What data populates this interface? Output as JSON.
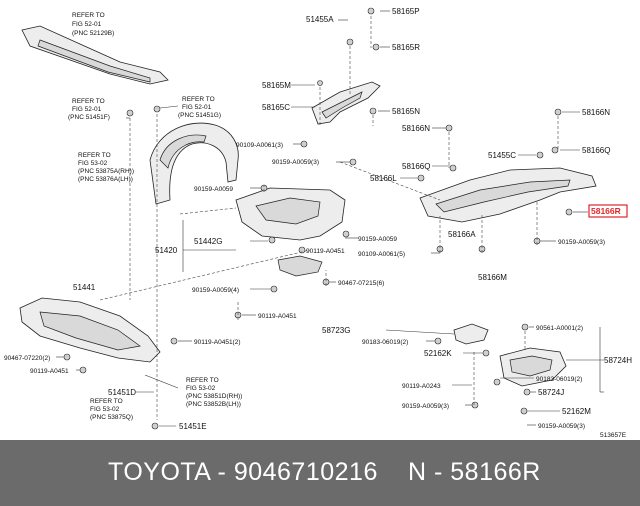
{
  "labels": {
    "refer_5201": [
      "REFER TO",
      "FIG 52-01",
      "(PNC 52129B)"
    ],
    "refer_51451f": [
      "REFER TO",
      "FIG 52-01",
      "(PNC 51451F)"
    ],
    "refer_51451g": [
      "REFER TO",
      "FIG 52-01",
      "(PNC 51451G)"
    ],
    "refer_5302_a": [
      "REFER TO",
      "FIG 53-02",
      "(PNC 53875A(RH))",
      "(PNC 53876A(LH))"
    ],
    "refer_5302_b": [
      "REFER TO",
      "FIG 53-02",
      "(PNC 53851D(RH))",
      "(PNC 53852B(LH))"
    ],
    "refer_5302_c": [
      "REFER TO",
      "FIG 53-02",
      "(PNC 53875Q)"
    ],
    "p51455a": "51455A",
    "p58165p": "58165P",
    "p58165r": "58165R",
    "p58165m": "58165M",
    "p58165c": "58165C",
    "p58165n": "58165N",
    "p58166n_top": "58166N",
    "p58166n": "58166N",
    "p58166q": "58166Q",
    "p51455c": "51455C",
    "p58166q_left": "58166Q",
    "p58166l": "58166L",
    "p58166r": "58166R",
    "p58166a": "58166A",
    "p58166m": "58166M",
    "p90109_a0061_3": "90109-A0061(3)",
    "p90159_a0059_3_top": "90159-A0059(3)",
    "p90159_a0059": "90159-A0059",
    "p51442g": "51442G",
    "p51420": "51420",
    "p90159_a0059_b": "90159-A0059",
    "p90119_a0451_a": "90119-A0451",
    "p90109_a0061_5": "90109-A0061(5)",
    "p90159_a0059_3_r": "90159-A0059(3)",
    "p90159_a0059_4": "90159-A0059(4)",
    "p90467_07215_6": "90467-07215(6)",
    "p90119_a0451_b": "90119-A0451",
    "p51441": "51441",
    "p90119_a0451_2": "90119-A0451(2)",
    "p90467_07220_2": "90467-07220(2)",
    "p90119_a0451_c": "90119-A0451",
    "p51451d": "51451D",
    "p51451e": "51451E",
    "p58723g": "58723G",
    "p90183_06019_2_a": "90183-06019(2)",
    "p52162k": "52162K",
    "p90119_a0243": "90119-A0243",
    "p90159_a0059_3_b": "90159-A0059(3)",
    "p90561_a0001_2": "90561-A0001(2)",
    "p58724h": "58724H",
    "p90183_06019_2_b": "90183-06019(2)",
    "p58724j": "58724J",
    "p52162m": "52162M",
    "p90159_a0059_3_c": "90159-A0059(3)",
    "fig_code": "513657E"
  },
  "footer": {
    "brand_part": "TOYOTA - 9046710216",
    "ref": "N - 58166R"
  },
  "highlight_color": "#e0262b"
}
